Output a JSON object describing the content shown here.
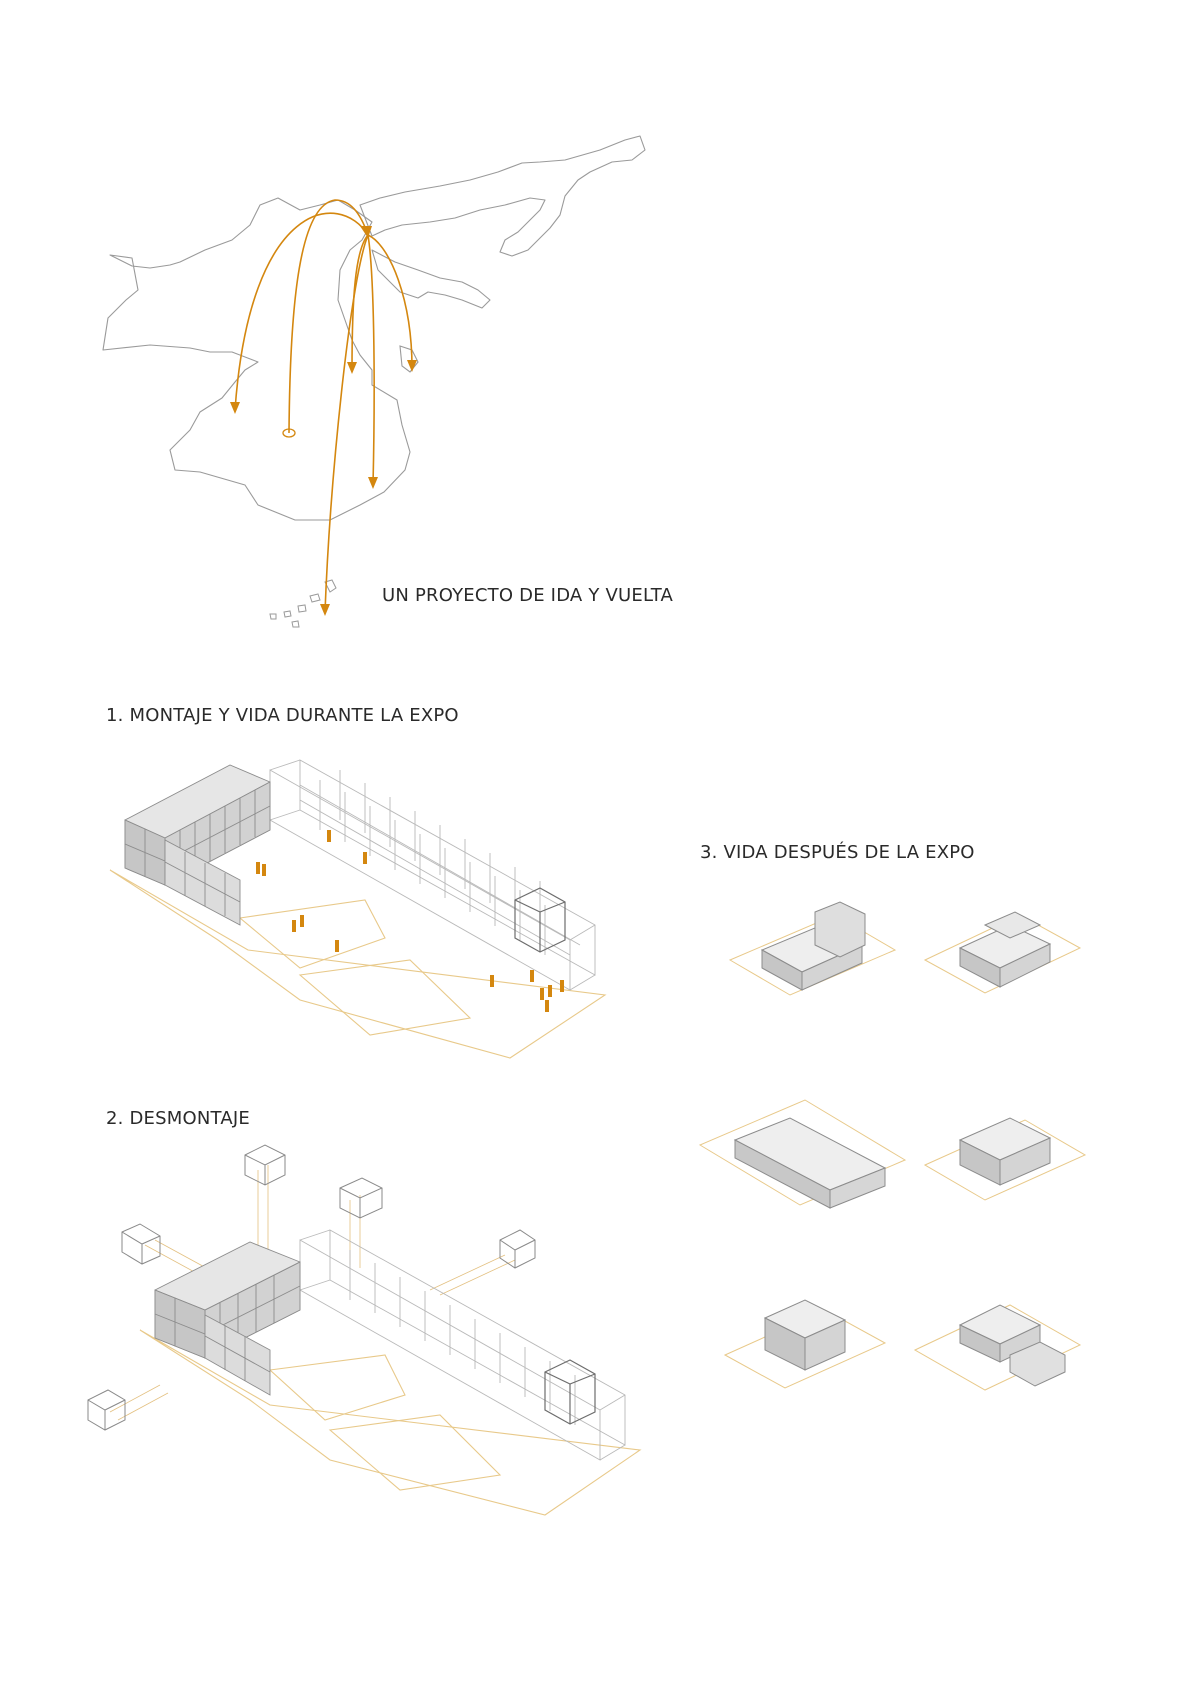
{
  "labels": {
    "map_caption": "UN PROYECTO DE IDA Y VUELTA",
    "stage1": "1. MONTAJE Y VIDA DURANTE LA EXPO",
    "stage2": "2. DESMONTAJE",
    "stage3": "3. VIDA DESPUÉS DE LA EXPO"
  },
  "colors": {
    "accent": "#d4870f",
    "outline": "#8a8a8a",
    "module_top": "#eeeeee",
    "module_left": "#d6d6d6",
    "module_right": "#c5c5c5",
    "plot_line": "#e8c98a"
  }
}
